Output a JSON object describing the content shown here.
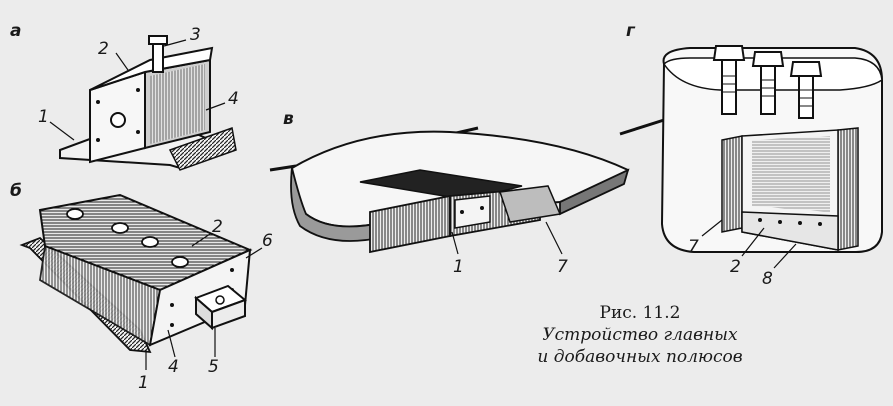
{
  "figure": {
    "number": "Рис. 11.2",
    "title_line1": "Устройство главных",
    "title_line2": "и добавочных полюсов"
  },
  "panels": {
    "a": {
      "letter": "а",
      "labels": [
        "1",
        "2",
        "3",
        "4"
      ]
    },
    "b": {
      "letter": "б",
      "labels": [
        "1",
        "2",
        "4",
        "5",
        "6"
      ]
    },
    "v": {
      "letter": "в",
      "labels": [
        "1",
        "7"
      ]
    },
    "g": {
      "letter": "г",
      "labels": [
        "7",
        "2",
        "8"
      ]
    }
  }
}
